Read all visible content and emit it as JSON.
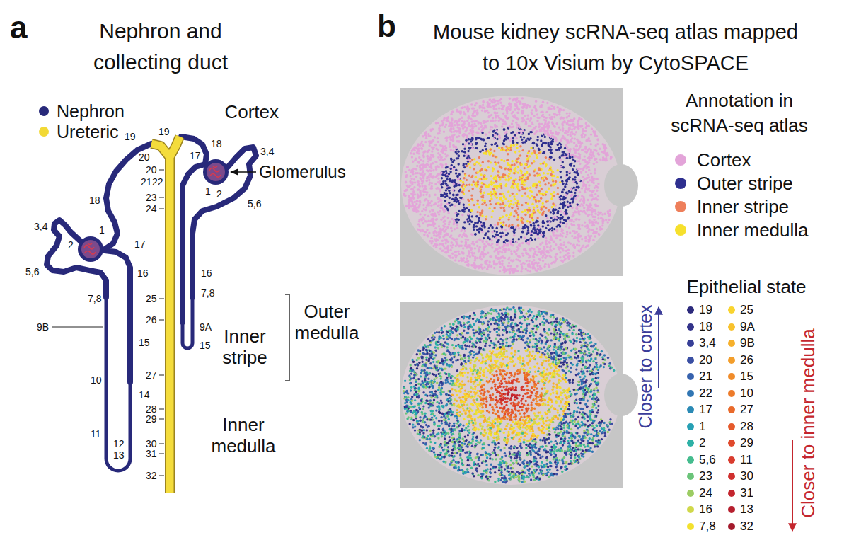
{
  "diagram": {
    "nodes": [
      {
        "text": [
          "Cortex"
        ]
      },
      {
        "text": [
          "Outer stripe"
        ]
      },
      {
        "text": [
          "Inner stripe"
        ]
      },
      {
        "text": [
          "Inner medulla"
        ]
      }
    ],
    "labels": [
      "a",
      "Nephron and collecting duct",
      "19",
      "18",
      "3,4",
      "2",
      "1",
      "17",
      "5,6",
      "16",
      "7,8",
      "9B",
      "15",
      "10",
      "14",
      "11",
      "12",
      "13",
      "19",
      "20",
      "20",
      "21",
      "22",
      "23",
      "24",
      "25",
      "26",
      "27",
      "28",
      "29",
      "30",
      "31",
      "32",
      "18",
      "3,4",
      "17",
      "1",
      "2",
      "5,6",
      "16",
      "7,8",
      "9A",
      "15",
      "Glomerulus",
      "Outer medulla",
      "b",
      "Mouse kidney scRNA-seq atlas mapped to 10x Visium by CytoSPACE",
      "Annotation in scRNA-seq atlas",
      "Epithelial state",
      "Closer to cortex",
      "Closer to inner medulla"
    ],
    "legend": [
      {
        "text": "Nephron",
        "color": "#28297a"
      },
      {
        "text": "Ureteric",
        "color": "#f2d935"
      },
      {
        "text": "Cortex",
        "color": "#e3a4d9"
      },
      {
        "text": "Outer stripe",
        "color": "#2e2f8f"
      },
      {
        "text": "Inner stripe",
        "color": "#ee7f5b"
      },
      {
        "text": "Inner medulla",
        "color": "#f6e02c"
      },
      {
        "text": "19",
        "color": "#2c2a7c"
      },
      {
        "text": "18",
        "color": "#33338a"
      },
      {
        "text": "3,4",
        "color": "#373f97"
      },
      {
        "text": "20",
        "color": "#3a4fa3"
      },
      {
        "text": "21",
        "color": "#3762ad"
      },
      {
        "text": "22",
        "color": "#3176b3"
      },
      {
        "text": "17",
        "color": "#2b8ab5"
      },
      {
        "text": "1",
        "color": "#27a0b4"
      },
      {
        "text": "2",
        "color": "#2db1a6"
      },
      {
        "text": "5,6",
        "color": "#45bc8e"
      },
      {
        "text": "23",
        "color": "#6bc47a"
      },
      {
        "text": "24",
        "color": "#9ccc63"
      },
      {
        "text": "16",
        "color": "#d0d84a"
      },
      {
        "text": "7,8",
        "color": "#f3e12e"
      },
      {
        "text": "25",
        "color": "#f9d42f"
      },
      {
        "text": "9A",
        "color": "#f8c22e"
      },
      {
        "text": "9B",
        "color": "#f6b02c"
      },
      {
        "text": "26",
        "color": "#f39e2b"
      },
      {
        "text": "15",
        "color": "#f08c2a"
      },
      {
        "text": "10",
        "color": "#ed7b2a"
      },
      {
        "text": "27",
        "color": "#e96a2b"
      },
      {
        "text": "28",
        "color": "#e55a2c"
      },
      {
        "text": "29",
        "color": "#e04a2d"
      },
      {
        "text": "11",
        "color": "#d93c2e"
      },
      {
        "text": "30",
        "color": "#d0302f"
      },
      {
        "text": "31",
        "color": "#c4262f"
      },
      {
        "text": "13",
        "color": "#b61f2e"
      },
      {
        "text": "32",
        "color": "#a31a2c"
      }
    ]
  }
}
